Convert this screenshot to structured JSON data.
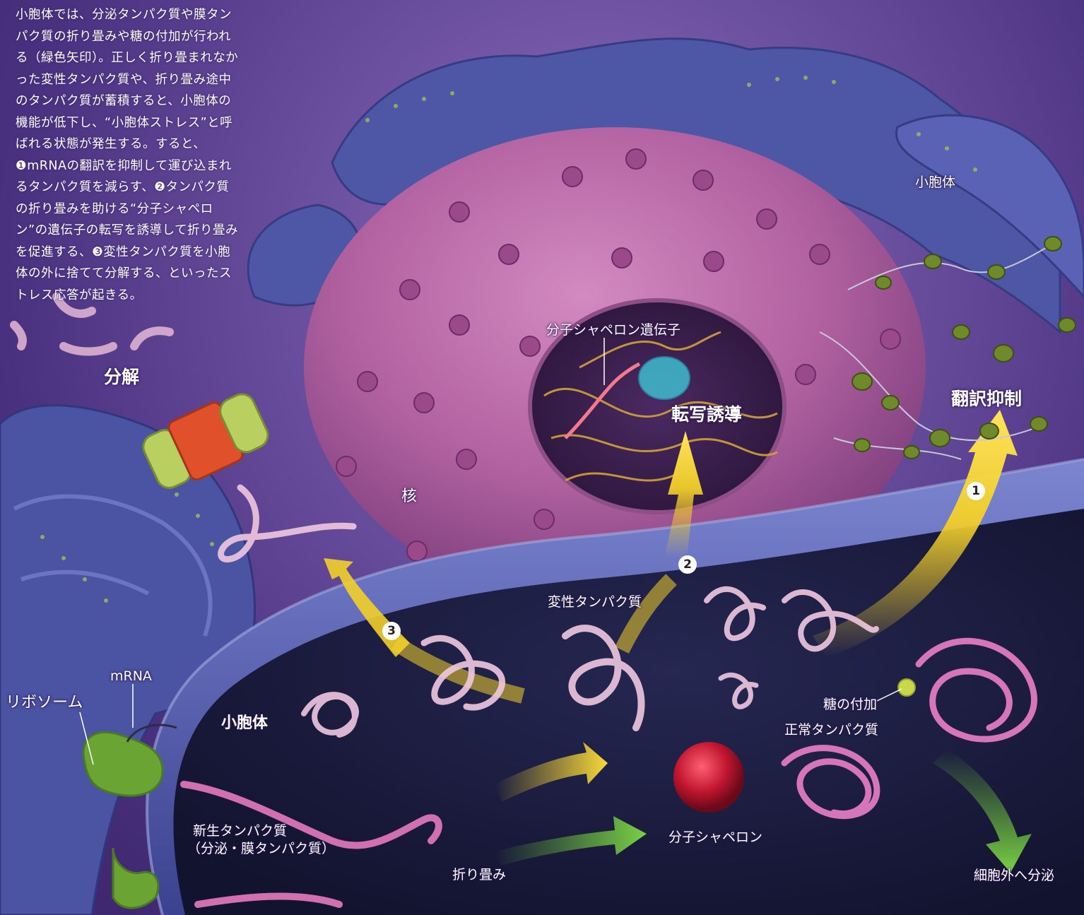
{
  "intro_text": "小胞体では、分泌タンパク質や膜タンパク質の折り畳みや糖の付加が行われる（緑色矢印）。正しく折り畳まれなかった変性タンパク質や、折り畳み途中のタンパク質が蓄積すると、小胞体の機能が低下し、“小胞体ストレス”と呼ばれる状態が発生する。すると、❶mRNAの翻訳を抑制して運び込まれるタンパク質を減らす、❷タンパク質の折り畳みを助ける“分子シャペロン”の遺伝子の転写を誘導して折り畳みを促進する、❸変性タンパク質を小胞体の外に捨てて分解する、といったストレス応答が起きる。",
  "labels": {
    "decomposition": "分解",
    "er_top_right": "小胞体",
    "translation_inhibition": "翻訳抑制",
    "chaperone_gene": "分子シャペロン遺伝子",
    "transcription_induction": "転写誘導",
    "nucleus": "核",
    "denatured_protein": "変性タンパク質",
    "er_main": "小胞体",
    "ribosome": "リボソーム",
    "mrna": "mRNA",
    "glycosylation": "糖の付加",
    "normal_protein": "正常タンパク質",
    "nascent_protein_line1": "新生タンパク質",
    "nascent_protein_line2": "（分泌・膜タンパク質）",
    "folding": "折り畳み",
    "molecular_chaperone": "分子シャペロン",
    "secretion": "細胞外へ分泌"
  },
  "markers": {
    "one": "1",
    "two": "2",
    "three": "3"
  },
  "colors": {
    "background": "#5a3d8c",
    "nucleus": "#b96aa6",
    "er_membrane": "#5560b0",
    "er_lumen": "#1f1f4a",
    "stress_arrow": "#f2cf2a",
    "folding_arrow": "#6cc23a",
    "chaperone": "#c01530",
    "protein_strand": "#f0c8e0",
    "ribosome": "#6aa534"
  }
}
